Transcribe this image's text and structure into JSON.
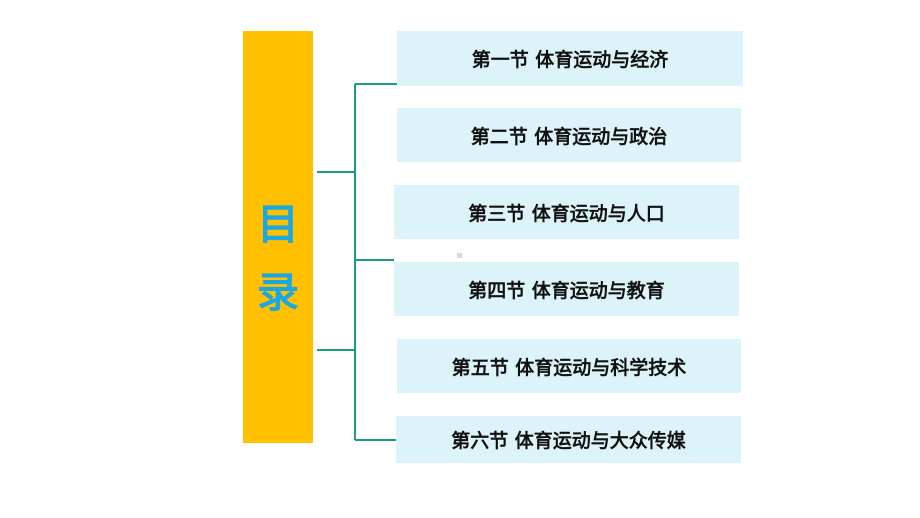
{
  "title": {
    "chars": [
      "目",
      "录"
    ]
  },
  "sections": [
    {
      "label": "第一节  体育运动与经济"
    },
    {
      "label": "第二节  体育运动与政治"
    },
    {
      "label": "第三节  体育运动与人口"
    },
    {
      "label": "第四节  体育运动与教育"
    },
    {
      "label": "第五节  体育运动与科学技术"
    },
    {
      "label": "第六节  体育运动与大众传媒"
    }
  ],
  "colors": {
    "title_bar": "#FFC000",
    "title_text": "#1BA8E0",
    "section_box": "#DDF3FA",
    "connector": "#1A9E7E"
  }
}
